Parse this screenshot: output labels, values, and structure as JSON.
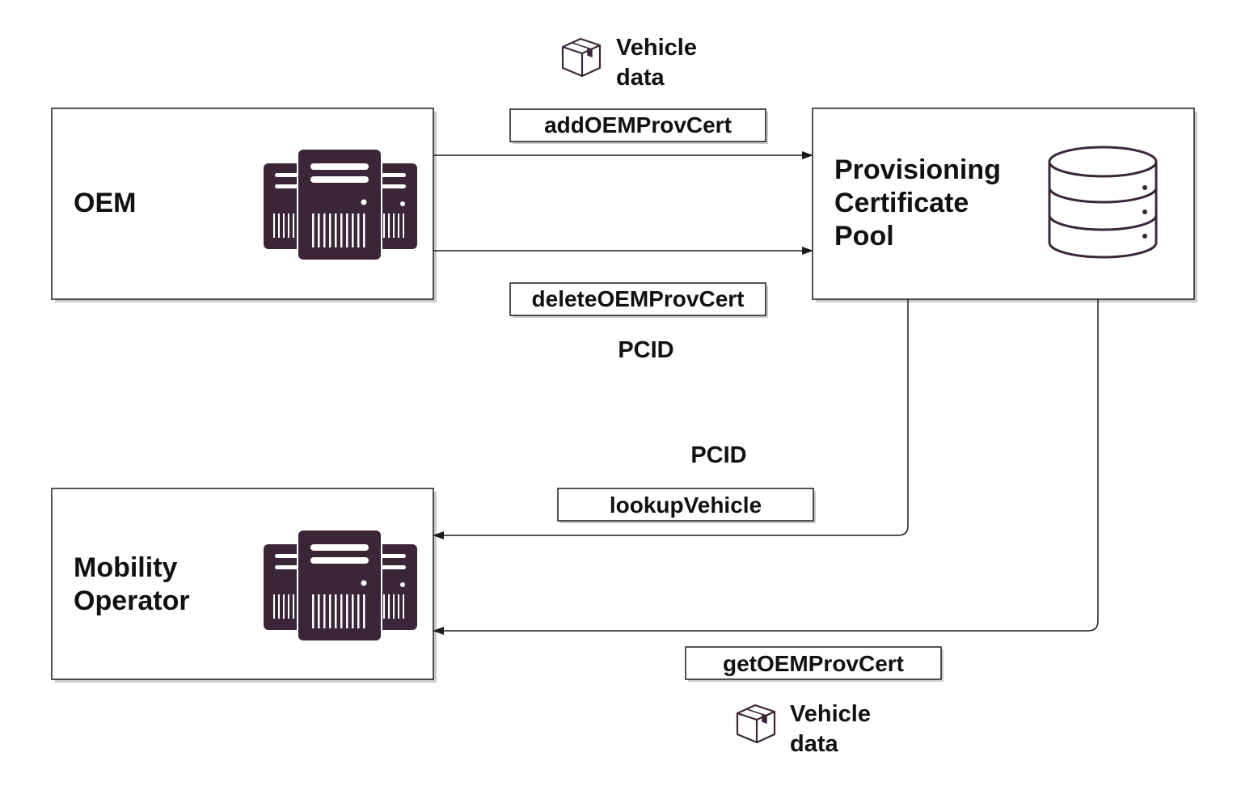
{
  "nodes": {
    "oem": {
      "label": "OEM",
      "icon": "server-icon"
    },
    "pool": {
      "label_lines": [
        "Provisioning",
        "Certificate",
        "Pool"
      ],
      "icon": "database-icon"
    },
    "mobility": {
      "label_lines": [
        "Mobility",
        "Operator"
      ],
      "icon": "server-icon"
    }
  },
  "edges": {
    "add": {
      "label": "addOEMProvCert",
      "from": "OEM",
      "to": "Provisioning Certificate Pool"
    },
    "delete": {
      "label": "deleteOEMProvCert",
      "from": "OEM",
      "to": "Provisioning Certificate Pool"
    },
    "lookup": {
      "label": "lookupVehicle",
      "from": "Provisioning Certificate Pool",
      "to": "Mobility Operator"
    },
    "get": {
      "label": "getOEMProvCert",
      "from": "Provisioning Certificate Pool",
      "to": "Mobility Operator"
    }
  },
  "notes": {
    "vehicle_top": {
      "icon": "package-icon",
      "lines": [
        "Vehicle",
        "data"
      ]
    },
    "pcid_top": {
      "label": "PCID"
    },
    "pcid_mid": {
      "label": "PCID"
    },
    "vehicle_bottom": {
      "icon": "package-icon",
      "lines": [
        "Vehicle",
        "data"
      ]
    }
  },
  "colors": {
    "server": "#3b2638",
    "stroke": "#1a1a1a",
    "shadow": "#cccccc",
    "database_stroke": "#3b2638"
  }
}
